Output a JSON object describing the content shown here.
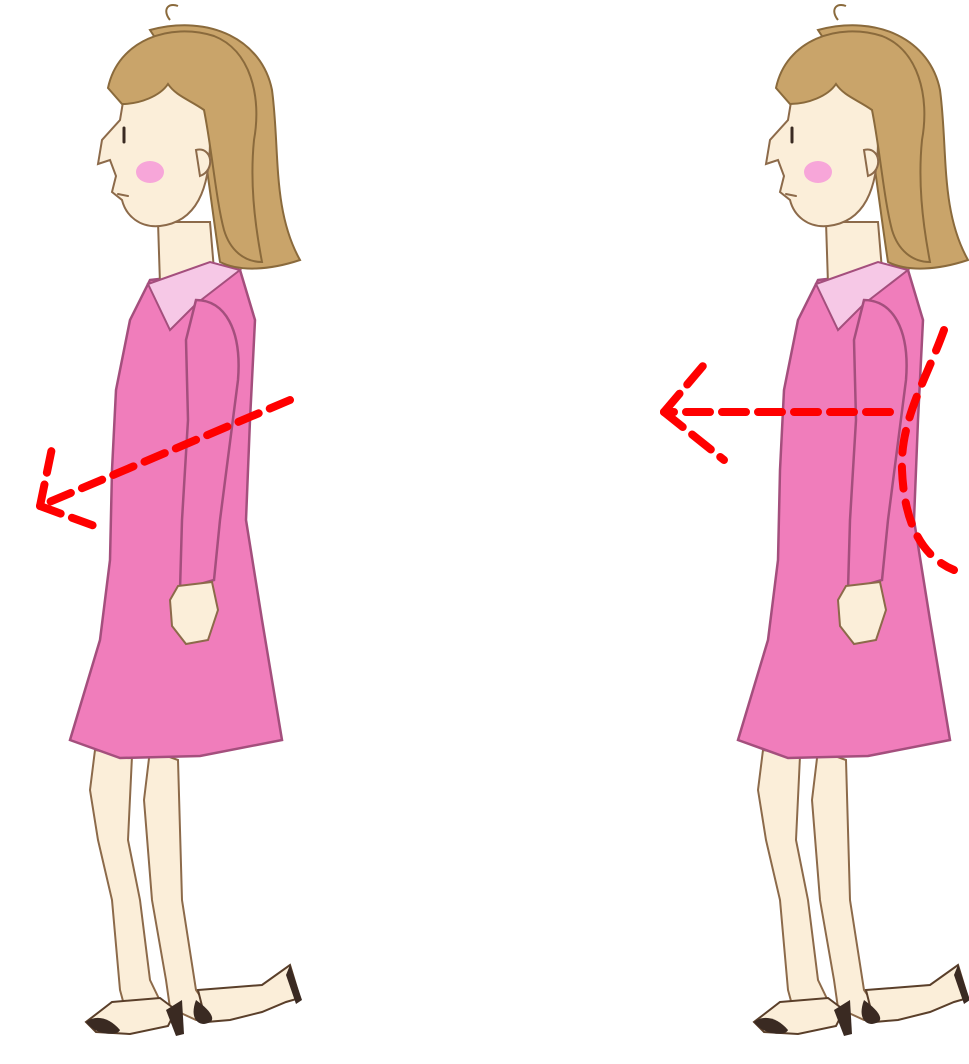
{
  "colors": {
    "background": "#ffffff",
    "hair": "#c9a46a",
    "hair_outline": "#8a6a3c",
    "skin": "#fbeed9",
    "skin_outline": "#8c6a4a",
    "dress": "#f07dbb",
    "dress_outline": "#a44f7d",
    "collar": "#f6c8e6",
    "cheek": "#f7a6d9",
    "shoe": "#3a2a22",
    "arrow": "#ff0000"
  },
  "figures": [
    {
      "id": "figure-left",
      "posture": "hunched",
      "arrow_icon": "dashed-arrow-left-down-icon"
    },
    {
      "id": "figure-right",
      "posture": "upright",
      "arrow_icon": "dashed-arrow-left-icon",
      "guide_icon": "dashed-spine-curve-icon"
    }
  ]
}
